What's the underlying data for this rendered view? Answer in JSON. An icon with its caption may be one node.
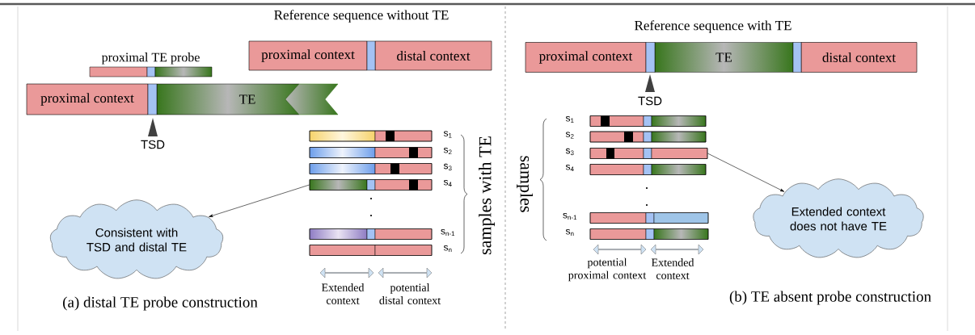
{
  "diagram": {
    "nodes": [
      {
        "text": [
          "proximal context"
        ]
      },
      {
        "text": [
          "distal context"
        ]
      },
      {
        "text": [
          "proximal TE probe"
        ]
      },
      {
        "text": [
          "proximal context"
        ]
      },
      {
        "text": [
          "TE"
        ]
      },
      {
        "text": [],
        "shape": "bar",
        "beside": [
          "s$_{1}$"
        ]
      },
      {
        "text": [],
        "shape": "bar",
        "beside": [
          "s$_{2}$"
        ]
      },
      {
        "text": [],
        "shape": "bar",
        "beside": [
          "s$_{3}$"
        ]
      },
      {
        "text": [],
        "shape": "bar",
        "beside": [
          "s$_{4}$"
        ]
      },
      {
        "text": [],
        "shape": "bar",
        "beside": [
          "s$_{n-1}$"
        ]
      },
      {
        "text": [],
        "shape": "bar",
        "beside": [
          "s$_{n}$"
        ]
      },
      {
        "text": [
          "Consistent with TSD and distal TE"
        ]
      },
      {
        "text": [
          "proximal context"
        ]
      },
      {
        "text": [
          "TE"
        ]
      },
      {
        "text": [
          "distal context"
        ]
      },
      {
        "text": [],
        "shape": "bar",
        "beside": [
          "s$_{1}$"
        ]
      },
      {
        "text": [],
        "shape": "bar",
        "beside": [
          "s$_{2}$"
        ]
      },
      {
        "text": [],
        "shape": "bar",
        "beside": [
          "s$_{3}$"
        ]
      },
      {
        "text": [],
        "shape": "bar",
        "beside": [
          "s$_{4}$"
        ]
      },
      {
        "text": [],
        "shape": "bar",
        "beside": [
          "s$_{n-1}$"
        ]
      },
      {
        "text": [],
        "shape": "bar",
        "beside": [
          "s$_{n}$"
        ]
      },
      {
        "text": [
          "Extended context does not have TE"
        ]
      }
    ],
    "edges": [
      {
        "from": 8,
        "to": 11,
        "arrow": "to"
      },
      {
        "from": 17,
        "to": 21,
        "arrow": "to"
      }
    ],
    "labels": [
      "Reference sequence without TE",
      "TSD",
      "samples with TE",
      "Extended context",
      "potential distal context",
      "(a) distal TE probe construction",
      "Reference sequence with TE",
      "TSD",
      "samples",
      "potential proximal context",
      "Extended context",
      "(b) TE absent probe construction"
    ]
  }
}
